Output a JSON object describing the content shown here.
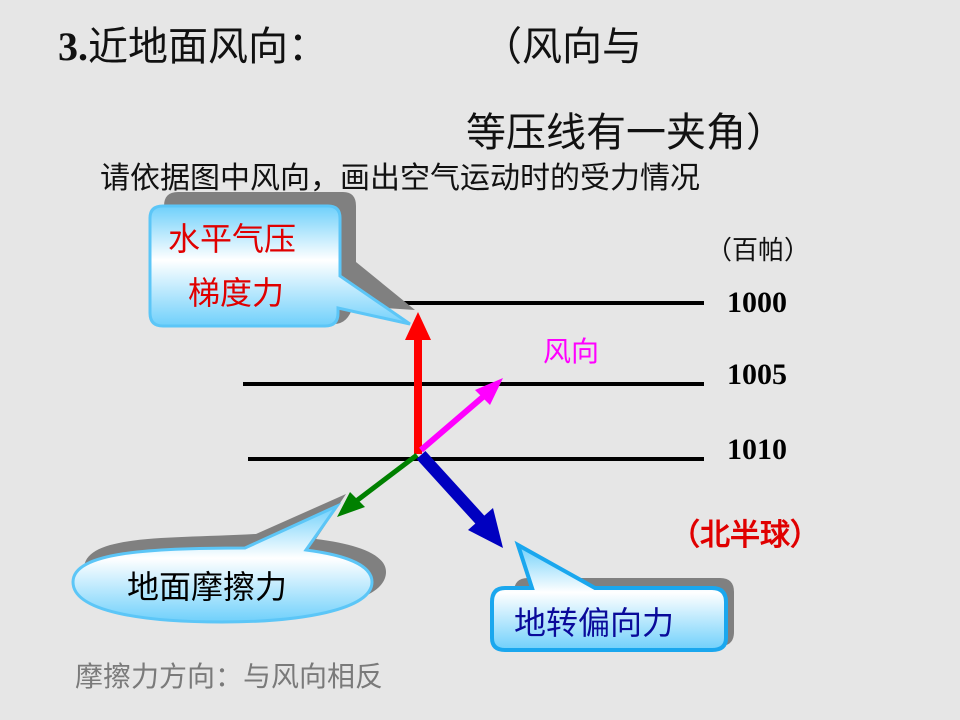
{
  "title": {
    "number": "3.",
    "heading": "近地面风向：",
    "aside_line1": "（风向与",
    "aside_line2": "等压线有一夹角）"
  },
  "instruction": "请依据图中风向，画出空气运动时的受力情况",
  "diagram": {
    "unit_label": "（百帕）",
    "isobars": [
      {
        "value": "1000"
      },
      {
        "value": "1005"
      },
      {
        "value": "1010"
      }
    ],
    "wind_label": "风向",
    "hemisphere_label": "（北半球）",
    "callouts": {
      "pressure_gradient_line1": "水平气压",
      "pressure_gradient_line2": "梯度力",
      "friction": "地面摩擦力",
      "coriolis": "地转偏向力"
    },
    "colors": {
      "pressure_gradient_arrow": "#ff0000",
      "wind_arrow": "#ff00ff",
      "friction_arrow": "#008000",
      "coriolis_arrow": "#0000c0",
      "callout_border": "#4fc3f7",
      "callout_shadow": "#808080"
    }
  },
  "note": "摩擦力方向：与风向相反"
}
